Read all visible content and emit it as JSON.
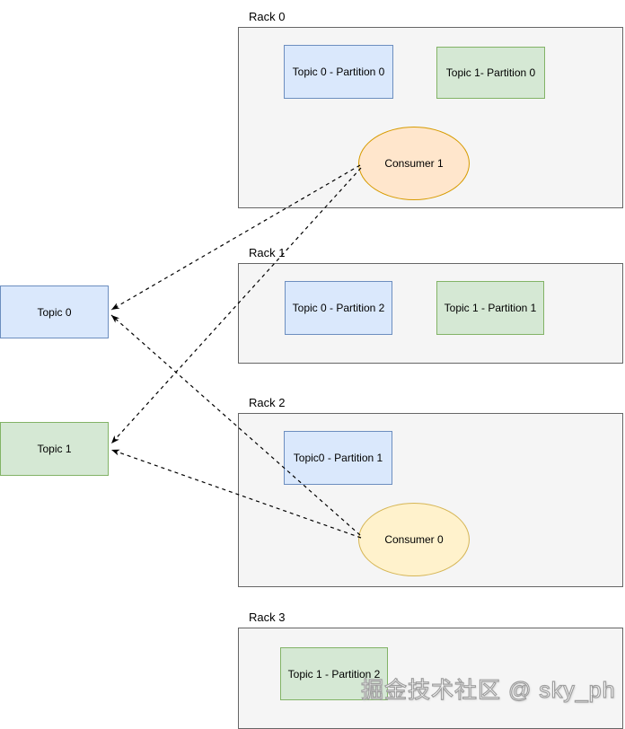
{
  "colors": {
    "blue-fill": "#dae8fc",
    "blue-stroke": "#6c8ebf",
    "green-fill": "#d5e8d4",
    "green-stroke": "#82b366",
    "orange-fill": "#ffe6cc",
    "orange-stroke": "#d79b00",
    "yellow-fill": "#fff2cc",
    "yellow-stroke": "#d6b656",
    "rack-fill": "#f5f5f5",
    "rack-stroke": "#666666",
    "line-color": "#000000",
    "watermark-color": "#9e9e9e"
  },
  "topics": [
    {
      "label": "Topic 0"
    },
    {
      "label": "Topic 1"
    }
  ],
  "racks": [
    {
      "label": "Rack 0",
      "partitions": [
        {
          "label": "Topic 0 - Partition 0"
        },
        {
          "label": "Topic 1- Partition 0"
        }
      ],
      "consumer": {
        "label": "Consumer 1"
      }
    },
    {
      "label": "Rack 1",
      "partitions": [
        {
          "label": "Topic 0 - Partition 2"
        },
        {
          "label": "Topic 1 - Partition 1"
        }
      ]
    },
    {
      "label": "Rack 2",
      "partitions": [
        {
          "label": "Topic0 - Partition 1"
        }
      ],
      "consumer": {
        "label": "Consumer 0"
      }
    },
    {
      "label": "Rack 3",
      "partitions": [
        {
          "label": "Topic 1 - Partition 2"
        }
      ]
    }
  ],
  "connections": [
    {
      "from": "Consumer 1",
      "to": "Topic 0",
      "style": "dashed-arrow"
    },
    {
      "from": "Consumer 1",
      "to": "Topic 1",
      "style": "dashed-arrow"
    },
    {
      "from": "Consumer 0",
      "to": "Topic 0",
      "style": "dashed-arrow"
    },
    {
      "from": "Consumer 0",
      "to": "Topic 1",
      "style": "dashed-arrow"
    }
  ],
  "watermark": "掘金技术社区 @ sky_ph"
}
